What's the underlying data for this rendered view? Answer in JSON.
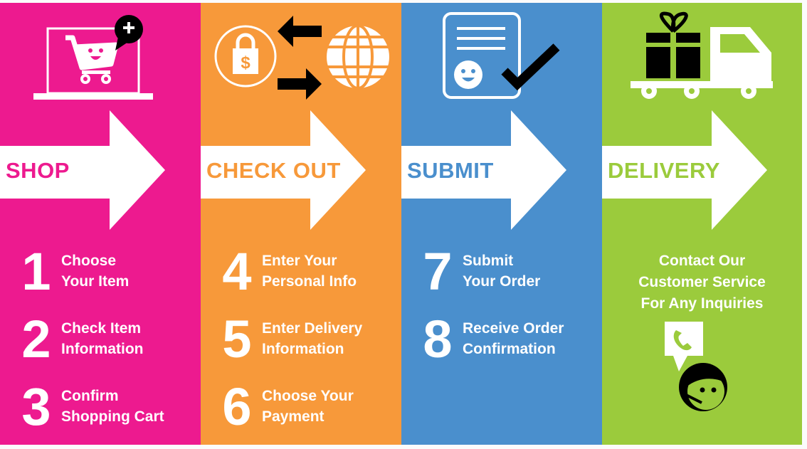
{
  "colors": {
    "shop": "#ED1A8F",
    "checkout": "#F7993A",
    "submit": "#4A8FCD",
    "delivery": "#9BCB3C"
  },
  "panels": [
    {
      "title": "SHOP",
      "icon": "laptop-cart-icon",
      "steps": [
        {
          "num": "1",
          "line1": "Choose",
          "line2": "Your Item"
        },
        {
          "num": "2",
          "line1": "Check Item",
          "line2": "Information"
        },
        {
          "num": "3",
          "line1": "Confirm",
          "line2": "Shopping Cart"
        }
      ]
    },
    {
      "title": "CHECK OUT",
      "icon": "secure-payment-globe-icon",
      "steps": [
        {
          "num": "4",
          "line1": "Enter Your",
          "line2": "Personal Info"
        },
        {
          "num": "5",
          "line1": "Enter Delivery",
          "line2": "Information"
        },
        {
          "num": "6",
          "line1": "Choose Your",
          "line2": "Payment"
        }
      ]
    },
    {
      "title": "SUBMIT",
      "icon": "document-check-icon",
      "steps": [
        {
          "num": "7",
          "line1": "Submit",
          "line2": "Your Order"
        },
        {
          "num": "8",
          "line1": "Receive Order",
          "line2": "Confirmation"
        }
      ]
    },
    {
      "title": "DELIVERY",
      "icon": "delivery-truck-icon",
      "contact": [
        "Contact Our",
        "Customer Service",
        "For Any Inquiries"
      ]
    }
  ]
}
